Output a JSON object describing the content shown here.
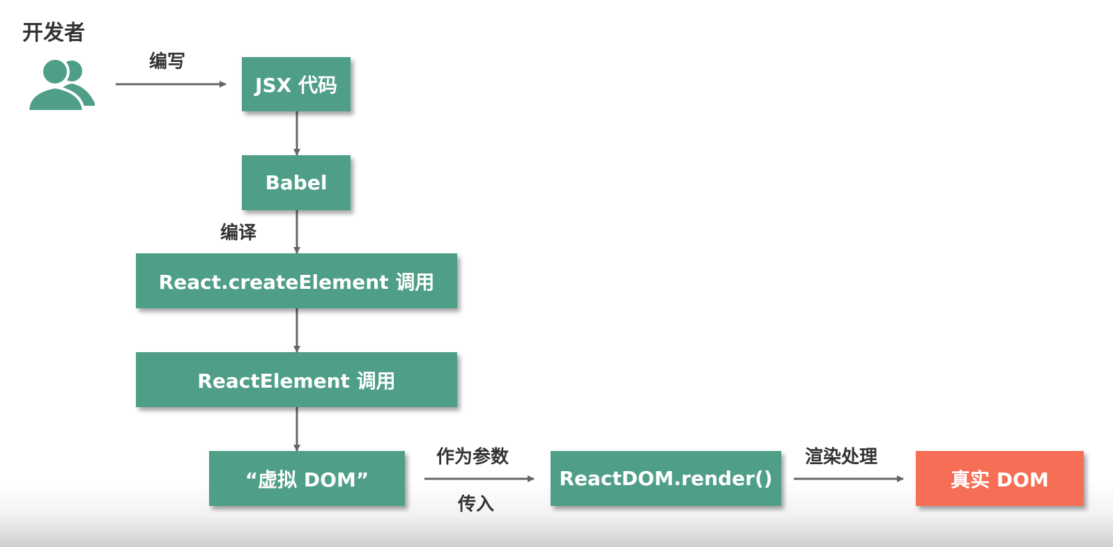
{
  "diagram": {
    "actor_title": "开发者",
    "actor_icon": "users-icon",
    "edge_labels": {
      "write": "编写",
      "compile": "编译",
      "as_param": "作为参数",
      "pass_in": "传入",
      "render": "渲染处理"
    },
    "nodes": {
      "jsx": "JSX 代码",
      "babel": "Babel",
      "create_element": "React.createElement 调用",
      "react_element": "ReactElement 调用",
      "virtual_dom": "“虚拟 DOM”",
      "reactdom_render": "ReactDOM.render()",
      "real_dom": "真实 DOM"
    },
    "colors": {
      "node": "#4f9e87",
      "final_node": "#f56e55",
      "arrow": "#666666",
      "icon": "#4f9e87"
    }
  }
}
